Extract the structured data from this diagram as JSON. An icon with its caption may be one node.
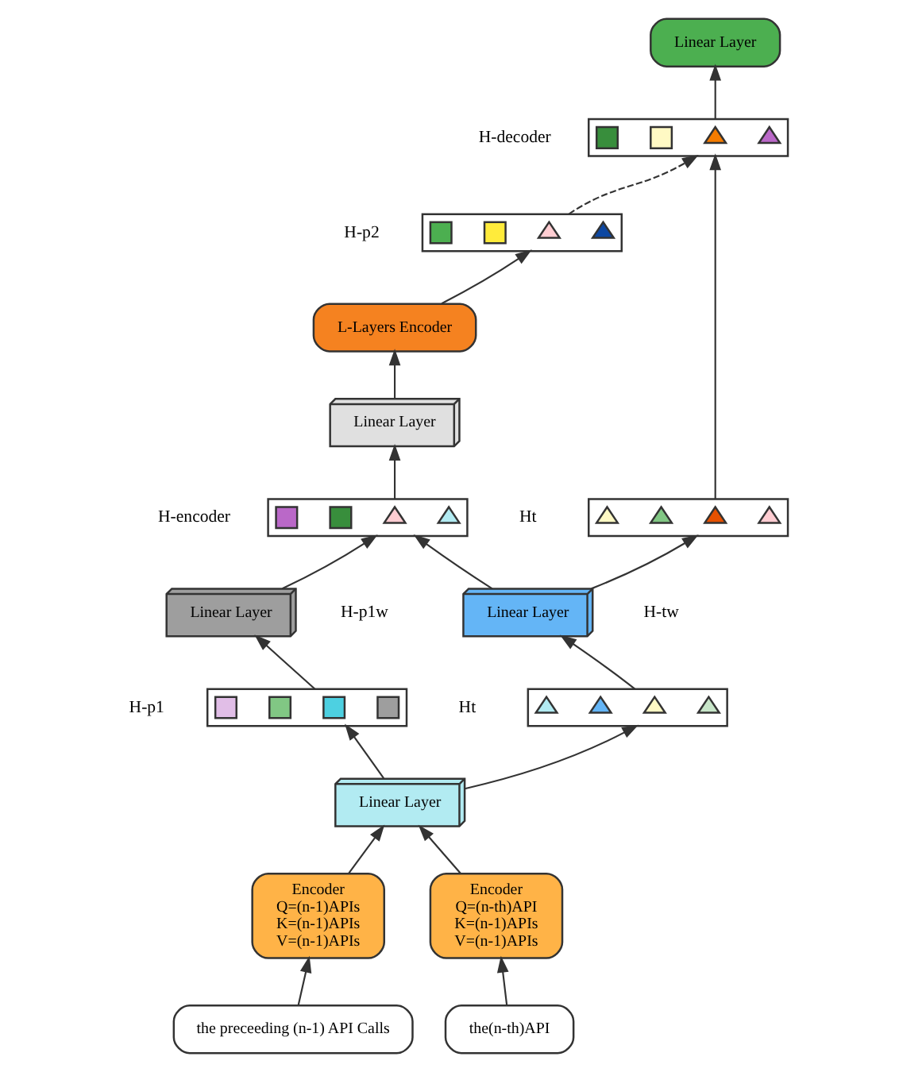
{
  "diagram": {
    "nodes": [
      {
        "text": [
          "Linear Layer"
        ]
      },
      {
        "text": [],
        "shape": "box",
        "beside": [
          "H-decoder"
        ]
      },
      {
        "text": [],
        "shape": "box",
        "in": 1
      },
      {
        "text": [],
        "shape": "box",
        "in": 1
      },
      {
        "text": [],
        "shape": "triangle",
        "in": 1
      },
      {
        "text": [],
        "shape": "triangle",
        "in": 1
      },
      {
        "text": [],
        "shape": "box",
        "beside": [
          "H-p2"
        ]
      },
      {
        "text": [],
        "shape": "box",
        "in": 6
      },
      {
        "text": [],
        "shape": "box",
        "in": 6
      },
      {
        "text": [],
        "shape": "triangle",
        "in": 6
      },
      {
        "text": [],
        "shape": "triangle",
        "in": 6
      },
      {
        "text": [],
        "shape": "box",
        "beside": [
          "Ht"
        ]
      },
      {
        "text": [],
        "shape": "triangle",
        "in": 11
      },
      {
        "text": [],
        "shape": "triangle",
        "in": 11
      },
      {
        "text": [],
        "shape": "triangle",
        "in": 11
      },
      {
        "text": [],
        "shape": "triangle",
        "in": 11
      },
      {
        "text": [
          "L-Layers Encoder"
        ]
      },
      {
        "text": [
          "Linear Layer"
        ]
      },
      {
        "text": [],
        "shape": "box",
        "beside": [
          "H-encoder"
        ]
      },
      {
        "text": [],
        "shape": "box",
        "in": 18
      },
      {
        "text": [],
        "shape": "box",
        "in": 18
      },
      {
        "text": [],
        "shape": "triangle",
        "in": 18
      },
      {
        "text": [],
        "shape": "triangle",
        "in": 18
      },
      {
        "text": [
          "Linear Layer"
        ],
        "beside": [
          "H-p1w"
        ]
      },
      {
        "text": [
          "Linear Layer"
        ],
        "beside": [
          "H-tw"
        ]
      },
      {
        "text": [],
        "shape": "box",
        "beside": [
          "H-p1"
        ]
      },
      {
        "text": [],
        "shape": "box",
        "in": 25
      },
      {
        "text": [],
        "shape": "box",
        "in": 25
      },
      {
        "text": [],
        "shape": "box",
        "in": 25
      },
      {
        "text": [],
        "shape": "box",
        "in": 25
      },
      {
        "text": [],
        "shape": "box",
        "beside": [
          "Ht"
        ]
      },
      {
        "text": [],
        "shape": "triangle",
        "in": 30
      },
      {
        "text": [],
        "shape": "triangle",
        "in": 30
      },
      {
        "text": [],
        "shape": "triangle",
        "in": 30
      },
      {
        "text": [],
        "shape": "triangle",
        "in": 30
      },
      {
        "text": [
          "Linear Layer"
        ]
      },
      {
        "text": [
          "Encoder",
          "Q=(n-1)APIs",
          "K=(n-1)APIs",
          "V=(n-1)APIs"
        ]
      },
      {
        "text": [
          "Encoder",
          "Q=(n-th)API",
          "K=(n-1)APIs",
          "V=(n-1)APIs"
        ]
      },
      {
        "text": [
          "the preceeding (n-1) API Calls"
        ]
      },
      {
        "text": [
          "the(n-th)API"
        ]
      }
    ],
    "edges": [
      {
        "from": 38,
        "to": 36,
        "arrow": "to"
      },
      {
        "from": 39,
        "to": 37,
        "arrow": "to"
      },
      {
        "from": 36,
        "to": 35,
        "arrow": "to"
      },
      {
        "from": 37,
        "to": 35,
        "arrow": "to"
      },
      {
        "from": 35,
        "to": 25,
        "arrow": "to"
      },
      {
        "from": 35,
        "to": 30,
        "arrow": "to"
      },
      {
        "from": 25,
        "to": 23,
        "arrow": "to"
      },
      {
        "from": 30,
        "to": 24,
        "arrow": "to"
      },
      {
        "from": 23,
        "to": 18,
        "arrow": "to"
      },
      {
        "from": 24,
        "to": 18,
        "arrow": "to"
      },
      {
        "from": 24,
        "to": 11,
        "arrow": "to"
      },
      {
        "from": 18,
        "to": 17,
        "arrow": "to"
      },
      {
        "from": 17,
        "to": 16,
        "arrow": "to"
      },
      {
        "from": 16,
        "to": 6,
        "arrow": "to"
      },
      {
        "from": 6,
        "to": 1,
        "arrow": "to",
        "style": "dashed"
      },
      {
        "from": 11,
        "to": 1,
        "arrow": "to"
      },
      {
        "from": 1,
        "to": 0,
        "arrow": "to"
      }
    ]
  }
}
